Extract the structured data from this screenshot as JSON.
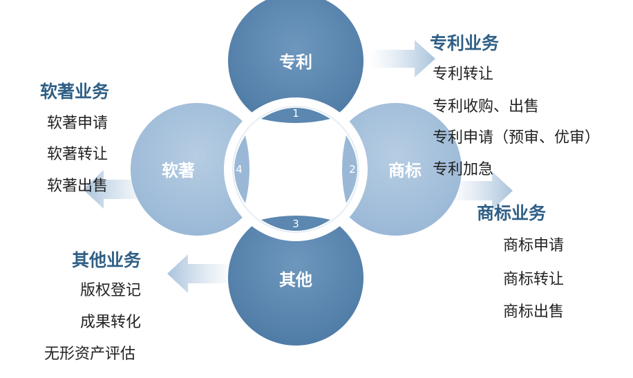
{
  "colors": {
    "dark_blue": "#5b87b0",
    "light_blue": "#a9c3dc",
    "title_blue": "#2f5f86",
    "item_text": "#222222"
  },
  "circles": {
    "patent": "专利",
    "trademark": "商标",
    "other": "其他",
    "software": "软著"
  },
  "badges": [
    "1",
    "2",
    "3",
    "4"
  ],
  "patent_business": {
    "title": "专利业务",
    "items": [
      "专利转让",
      "专利收购、出售",
      "专利申请（预审、优审）",
      "专利加急"
    ]
  },
  "trademark_business": {
    "title": "商标业务",
    "items": [
      "商标申请",
      "商标转让",
      "商标出售"
    ]
  },
  "software_business": {
    "title": "软著业务",
    "items": [
      "软著申请",
      "软著转让",
      "软著出售"
    ]
  },
  "other_business": {
    "title": "其他业务",
    "items": [
      "版权登记",
      "成果转化",
      "无形资产评估"
    ]
  }
}
